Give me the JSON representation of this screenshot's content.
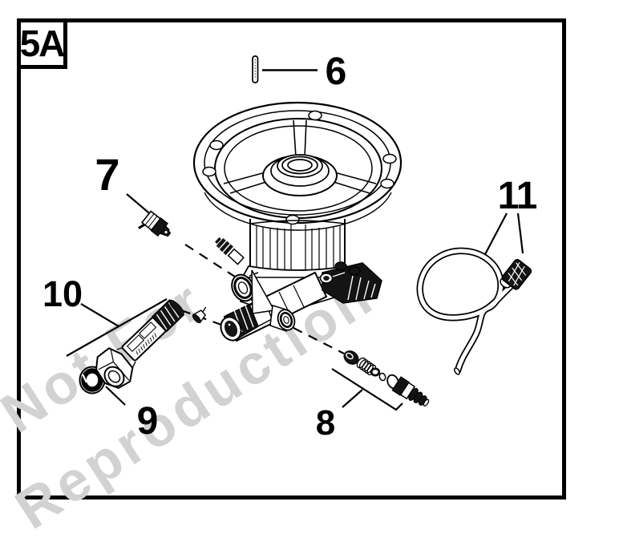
{
  "figure": {
    "panel_label": "5A",
    "background_color": "#ffffff",
    "line_color": "#000000",
    "watermark": {
      "line1": "Not For",
      "line2": "Reproduction",
      "color": "#d2d2d2"
    },
    "callouts": [
      {
        "number": "6"
      },
      {
        "number": "7"
      },
      {
        "number": "8"
      },
      {
        "number": "9"
      },
      {
        "number": "10"
      },
      {
        "number": "11"
      }
    ]
  }
}
